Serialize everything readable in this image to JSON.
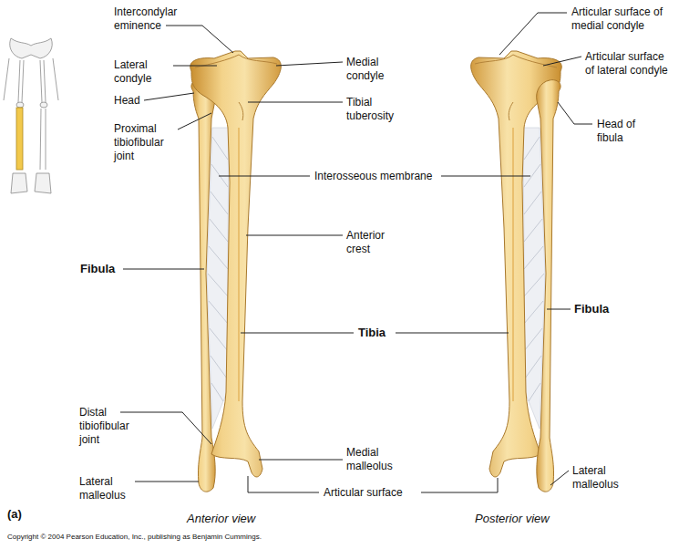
{
  "diagram": {
    "labels": [
      "Intercondylar eminence",
      "Lateral condyle",
      "Head",
      "Proximal tibiofibular joint",
      "Medial condyle",
      "Tibial tuberosity",
      "Interosseous membrane",
      "Anterior crest",
      "Fibula",
      "Tibia",
      "Distal tibiofibular joint",
      "Lateral malleolus",
      "Medial malleolus",
      "Articular surface",
      "Articular surface of medial condyle",
      "Articular surface of lateral condyle",
      "Head of fibula",
      "Fibula",
      "Lateral malleolus",
      "(a)",
      "Anterior view",
      "Posterior view",
      "Copyright © 2004 Pearson Education, Inc., publishing as Benjamin Cummings."
    ]
  }
}
